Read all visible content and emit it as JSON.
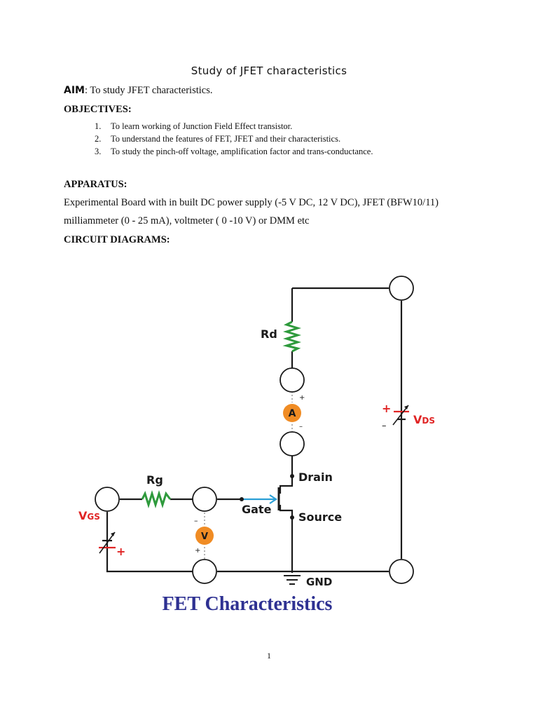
{
  "document": {
    "title": "Study of JFET characteristics",
    "aim": {
      "label": "AIM",
      "text": ": To study JFET characteristics."
    },
    "objectives": {
      "heading": "OBJECTIVES:",
      "items": [
        {
          "num": "1.",
          "text": "To learn working of Junction Field Effect transistor."
        },
        {
          "num": "2.",
          "text": "To understand the features of FET, JFET and their characteristics."
        },
        {
          "num": "3.",
          "text": "To study the pinch-off voltage, amplification factor and trans-conductance."
        }
      ]
    },
    "apparatus": {
      "heading": "APPARATUS:",
      "line1": "Experimental Board with in built DC power supply (-5 V DC, 12 V DC), JFET (BFW10/11)",
      "line2": "milliammeter (0 - 25 mA), voltmeter ( 0 -10 V) or DMM etc"
    },
    "circuit_heading": "CIRCUIT DIAGRAMS:",
    "page_number": "1"
  },
  "circuit": {
    "caption": "FET Characteristics",
    "labels": {
      "rd": "Rd",
      "rg": "Rg",
      "drain": "Drain",
      "gate": "Gate",
      "source": "Source",
      "gnd": "GND",
      "vds_main": "V",
      "vds_sub": "DS",
      "vgs_main": "V",
      "vgs_sub": "GS",
      "ammeter": "A",
      "voltmeter": "V",
      "plus": "+",
      "minus": "–"
    },
    "colors": {
      "wire": "#1a1a1a",
      "resistor": "#2e9a3c",
      "gate_wire": "#2a9fd6",
      "meter": "#f08c24",
      "supply_red": "#e02424",
      "caption": "#2e3192"
    }
  }
}
